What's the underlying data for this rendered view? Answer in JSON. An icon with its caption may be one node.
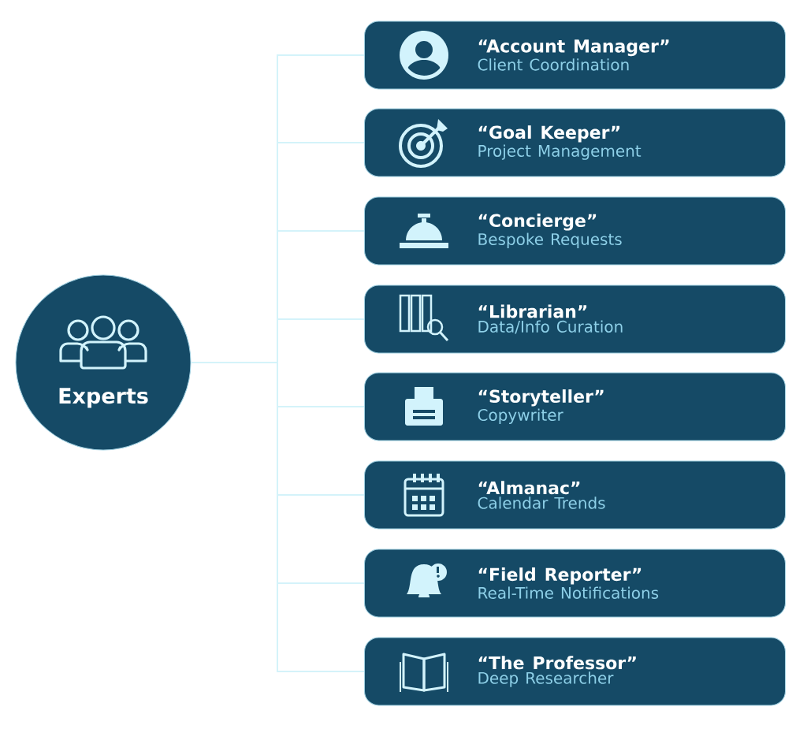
{
  "diagram": {
    "nodes": [
      {
        "text": [
          "Experts"
        ]
      },
      {
        "text": [
          "“Account Manager”",
          "Client Coordination"
        ]
      },
      {
        "text": [
          "“Goal Keeper”",
          "Project Management"
        ]
      },
      {
        "text": [
          "“Concierge”",
          "Bespoke Requests"
        ]
      },
      {
        "text": [
          "“Librarian”",
          "Data/Info Curation"
        ]
      },
      {
        "text": [
          "“Storyteller”",
          "Copywriter"
        ]
      },
      {
        "text": [
          "“Almanac”",
          "Calendar Trends"
        ]
      },
      {
        "text": [
          "“Field Reporter”",
          "Real-Time Notifications"
        ]
      },
      {
        "text": [
          "“The Professor”",
          "Deep Researcher"
        ]
      }
    ],
    "edges": [
      {
        "from": 0,
        "to": 1,
        "arrow": "none"
      },
      {
        "from": 0,
        "to": 2,
        "arrow": "none"
      },
      {
        "from": 0,
        "to": 3,
        "arrow": "none"
      },
      {
        "from": 0,
        "to": 4,
        "arrow": "none"
      },
      {
        "from": 0,
        "to": 5,
        "arrow": "none"
      },
      {
        "from": 0,
        "to": 6,
        "arrow": "none"
      },
      {
        "from": 0,
        "to": 7,
        "arrow": "none"
      },
      {
        "from": 0,
        "to": 8,
        "arrow": "none"
      }
    ]
  }
}
